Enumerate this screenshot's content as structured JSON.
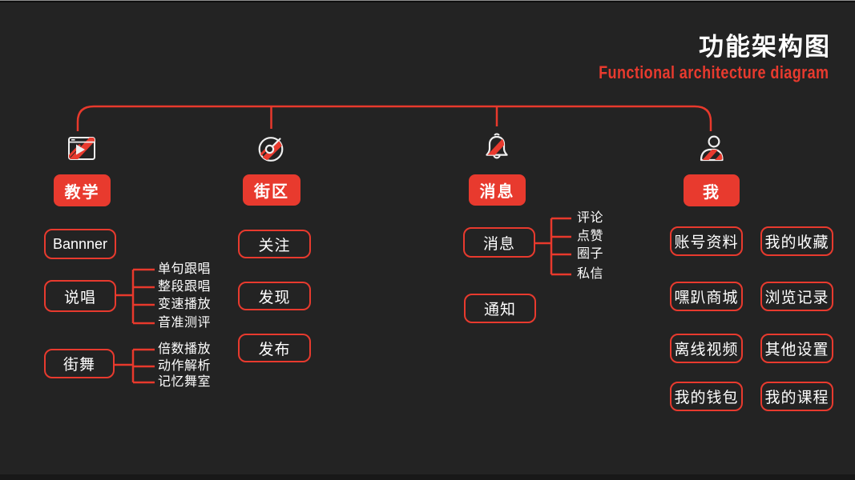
{
  "header": {
    "title_zh": "功能架构图",
    "title_en": "Functional architecture diagram"
  },
  "branches": [
    {
      "label": "教学",
      "icon": "video-window-icon",
      "items": [
        {
          "label": "Bannner",
          "subitems": []
        },
        {
          "label": "说唱",
          "subitems": [
            "单句跟唱",
            "整段跟唱",
            "变速播放",
            "音准测评"
          ]
        },
        {
          "label": "街舞",
          "subitems": [
            "倍数播放",
            "动作解析",
            "记忆舞室"
          ]
        }
      ]
    },
    {
      "label": "街区",
      "icon": "disc-icon",
      "items": [
        {
          "label": "关注",
          "subitems": []
        },
        {
          "label": "发现",
          "subitems": []
        },
        {
          "label": "发布",
          "subitems": []
        }
      ]
    },
    {
      "label": "消息",
      "icon": "bell-icon",
      "items": [
        {
          "label": "消息",
          "subitems": [
            "评论",
            "点赞",
            "圈子",
            "私信"
          ]
        },
        {
          "label": "通知",
          "subitems": []
        }
      ]
    },
    {
      "label": "我",
      "icon": "person-icon",
      "items": [
        {
          "label": "账号资料",
          "subitems": []
        },
        {
          "label": "我的收藏",
          "subitems": []
        },
        {
          "label": "嘿趴商城",
          "subitems": []
        },
        {
          "label": "浏览记录",
          "subitems": []
        },
        {
          "label": "离线视频",
          "subitems": []
        },
        {
          "label": "其他设置",
          "subitems": []
        },
        {
          "label": "我的钱包",
          "subitems": []
        },
        {
          "label": "我的课程",
          "subitems": []
        }
      ]
    }
  ],
  "colors": {
    "accent": "#e83a2e",
    "background": "#232323",
    "text": "#ffffff"
  }
}
